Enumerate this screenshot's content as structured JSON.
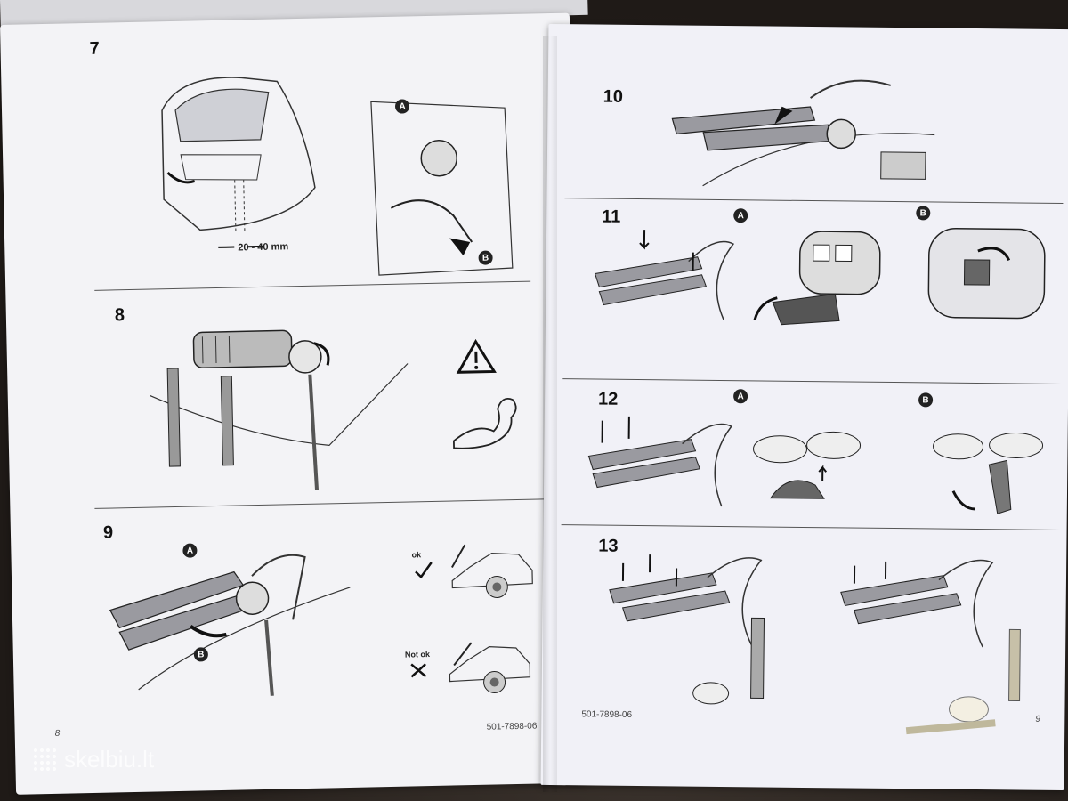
{
  "left_page": {
    "steps": [
      {
        "number": "7",
        "measurement": "20 - 40 mm",
        "badges": [
          "A",
          "B"
        ]
      },
      {
        "number": "8"
      },
      {
        "number": "9",
        "badges": [
          "A",
          "B"
        ],
        "ok_label": "ok",
        "not_ok_label": "Not ok"
      }
    ],
    "page_number": "8",
    "doc_code": "501-7898-06"
  },
  "right_page": {
    "steps": [
      {
        "number": "10"
      },
      {
        "number": "11",
        "badges": [
          "A",
          "B"
        ]
      },
      {
        "number": "12",
        "badges": [
          "A",
          "B"
        ]
      },
      {
        "number": "13"
      }
    ],
    "doc_code": "501-7898-06",
    "page_number": "9"
  },
  "watermark": {
    "text": "skelbiu.lt"
  },
  "icons": [
    "warning-triangle-icon",
    "flexed-arm-icon",
    "checkmark-icon",
    "cross-icon",
    "arrow-icon"
  ]
}
